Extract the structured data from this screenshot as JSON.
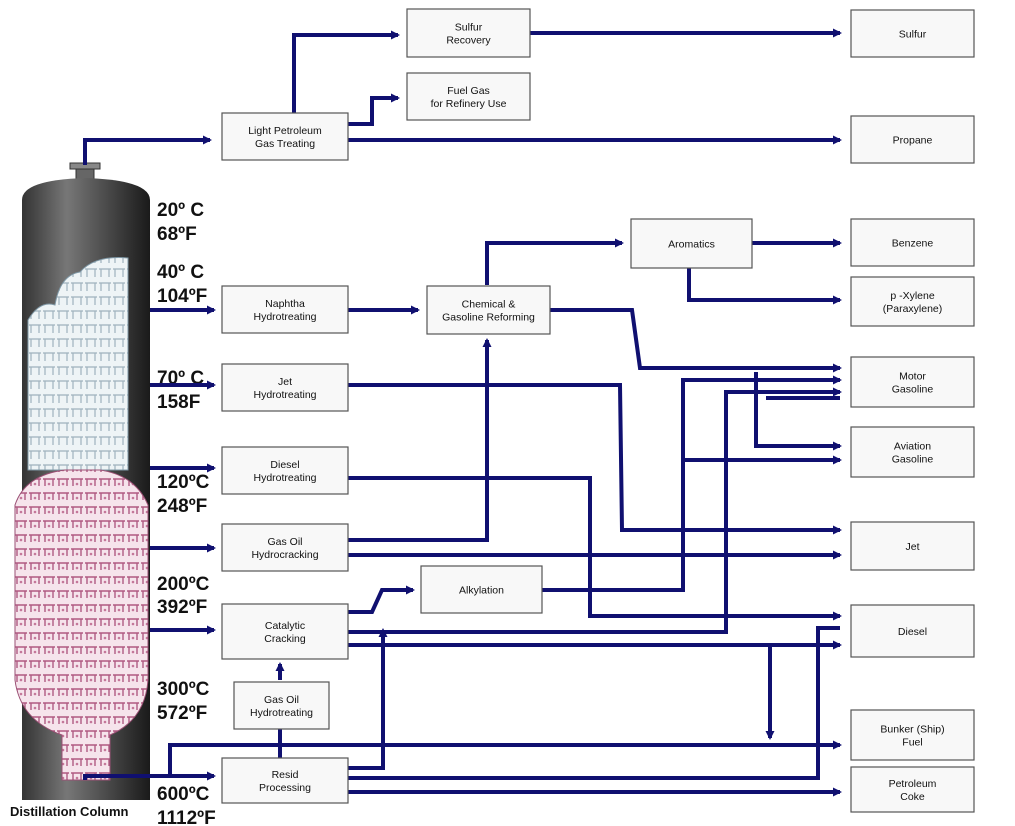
{
  "column": {
    "label": "Distillation Column"
  },
  "temperatures": [
    {
      "c": "20º C",
      "f": "68ºF"
    },
    {
      "c": "40º C",
      "f": "104ºF"
    },
    {
      "c": "70º C",
      "f": "158F"
    },
    {
      "c": "120ºC",
      "f": "248ºF"
    },
    {
      "c": "200ºC",
      "f": "392ºF"
    },
    {
      "c": "300ºC",
      "f": "572ºF"
    },
    {
      "c": "600ºC",
      "f": "1112ºF"
    }
  ],
  "processes": {
    "lpg": [
      "Light Petroleum",
      "Gas Treating"
    ],
    "sulfur_recovery": [
      "Sulfur",
      "Recovery"
    ],
    "fuel_gas": [
      "Fuel Gas",
      "for Refinery Use"
    ],
    "naphtha": [
      "Naphtha",
      "Hydrotreating"
    ],
    "reforming": [
      "Chemical &",
      "Gasoline Reforming"
    ],
    "aromatics": [
      "Aromatics"
    ],
    "jet_ht": [
      "Jet",
      "Hydrotreating"
    ],
    "diesel_ht": [
      "Diesel",
      "Hydrotreating"
    ],
    "gasoil_hc": [
      "Gas Oil",
      "Hydrocracking"
    ],
    "alkylation": [
      "Alkylation"
    ],
    "cat_cracking": [
      "Catalytic",
      "Cracking"
    ],
    "gasoil_ht": [
      "Gas Oil",
      "Hydrotreating"
    ],
    "resid": [
      "Resid",
      "Processing"
    ]
  },
  "products": {
    "sulfur": [
      "Sulfur"
    ],
    "propane": [
      "Propane"
    ],
    "benzene": [
      "Benzene"
    ],
    "pxylene": [
      "p -Xylene",
      "(Paraxylene)"
    ],
    "motor_gasoline": [
      "Motor",
      "Gasoline"
    ],
    "aviation_gasoline": [
      "Aviation",
      "Gasoline"
    ],
    "jet": [
      "Jet"
    ],
    "diesel": [
      "Diesel"
    ],
    "bunker": [
      "Bunker (Ship)",
      "Fuel"
    ],
    "coke": [
      "Petroleum",
      "Coke"
    ]
  }
}
